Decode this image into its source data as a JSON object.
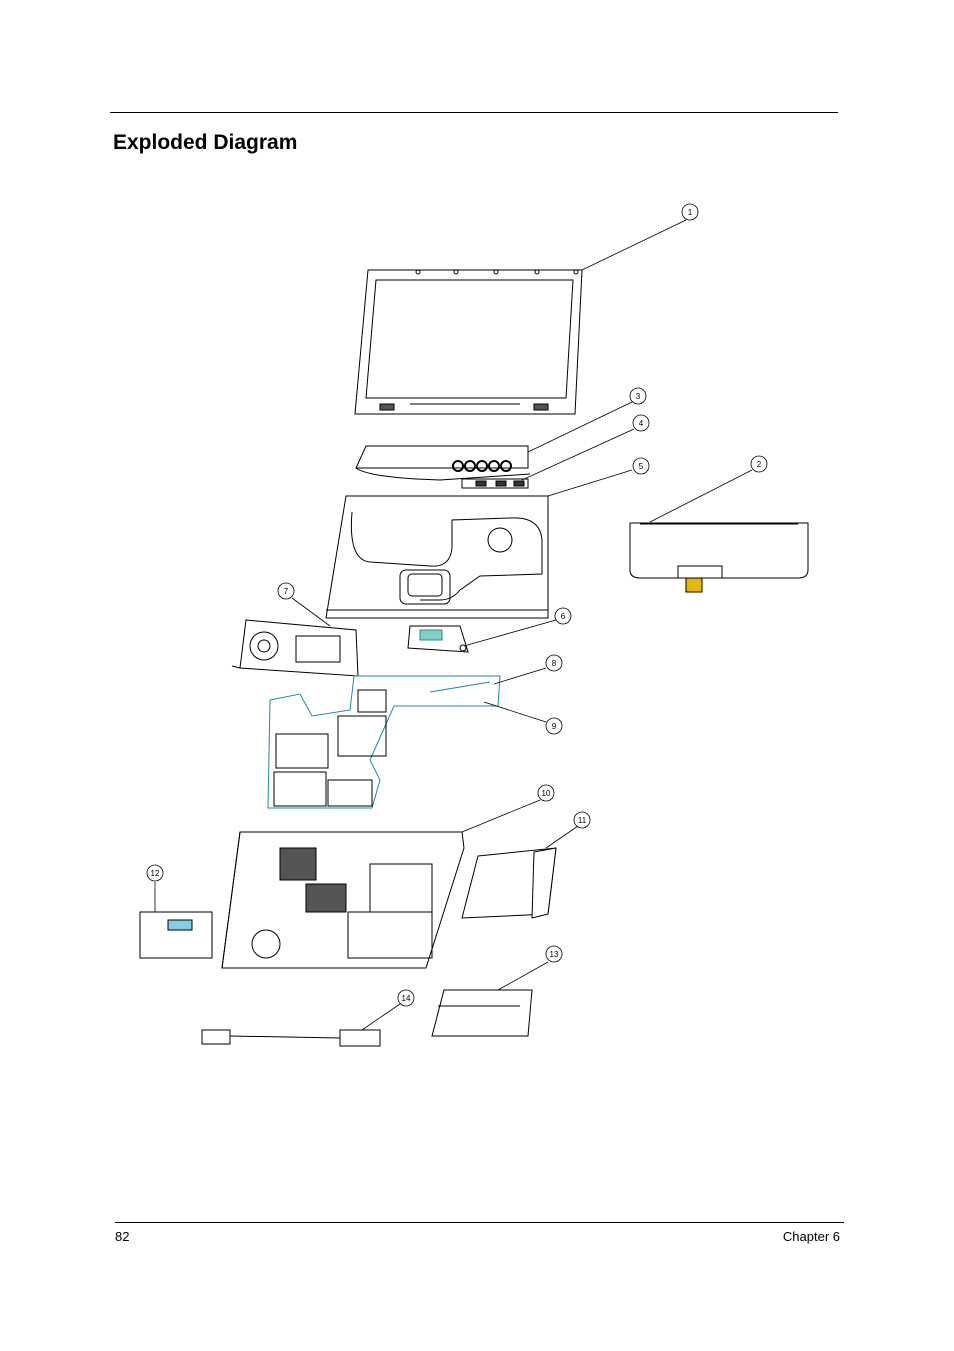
{
  "header": {
    "title": "Exploded Diagram"
  },
  "callouts": [
    "1",
    "2",
    "3",
    "4",
    "5",
    "6",
    "7",
    "8",
    "9",
    "10",
    "11",
    "12",
    "13",
    "14"
  ],
  "footer": {
    "page_number": "82",
    "chapter": "Chapter 6"
  }
}
